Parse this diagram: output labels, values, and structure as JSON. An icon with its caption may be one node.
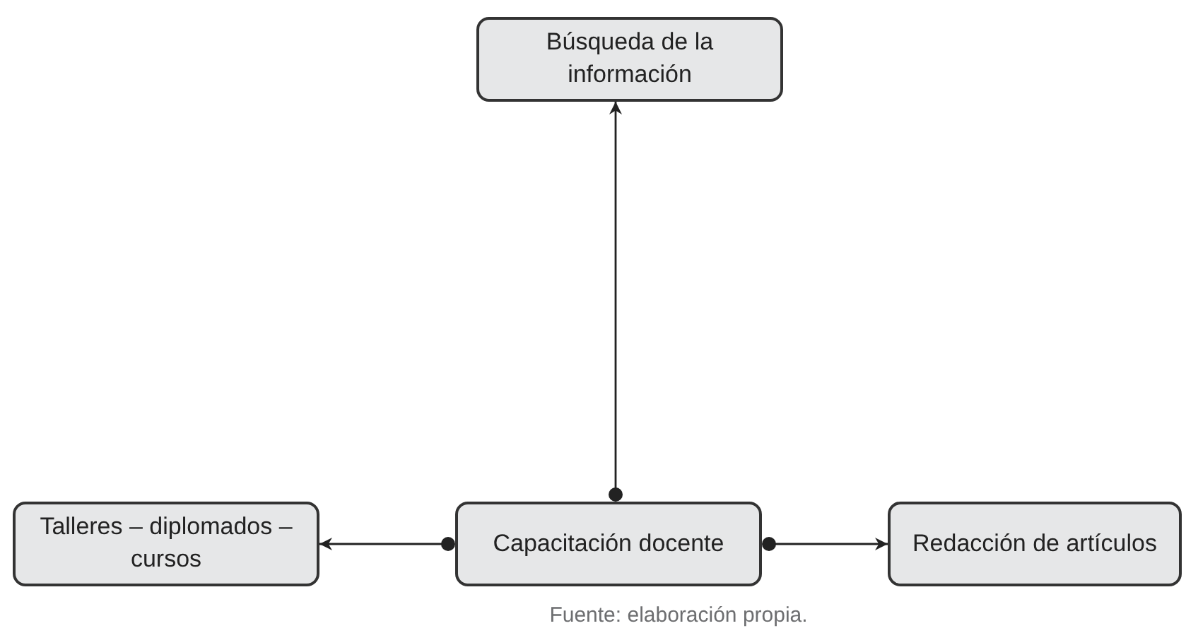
{
  "diagram": {
    "caption": "Fuente: elaboración propia.",
    "nodes": [
      {
        "text": [
          "Búsqueda de la información"
        ]
      },
      {
        "text": [
          "Talleres – diplomados – cursos"
        ]
      },
      {
        "text": [
          "Capacitación docente"
        ]
      },
      {
        "text": [
          "Redacción de artículos"
        ]
      }
    ],
    "edges": [
      {
        "from": 2,
        "to": 0,
        "arrow": "to"
      },
      {
        "from": 2,
        "to": 1,
        "arrow": "to"
      },
      {
        "from": 2,
        "to": 3,
        "arrow": "to"
      }
    ]
  }
}
